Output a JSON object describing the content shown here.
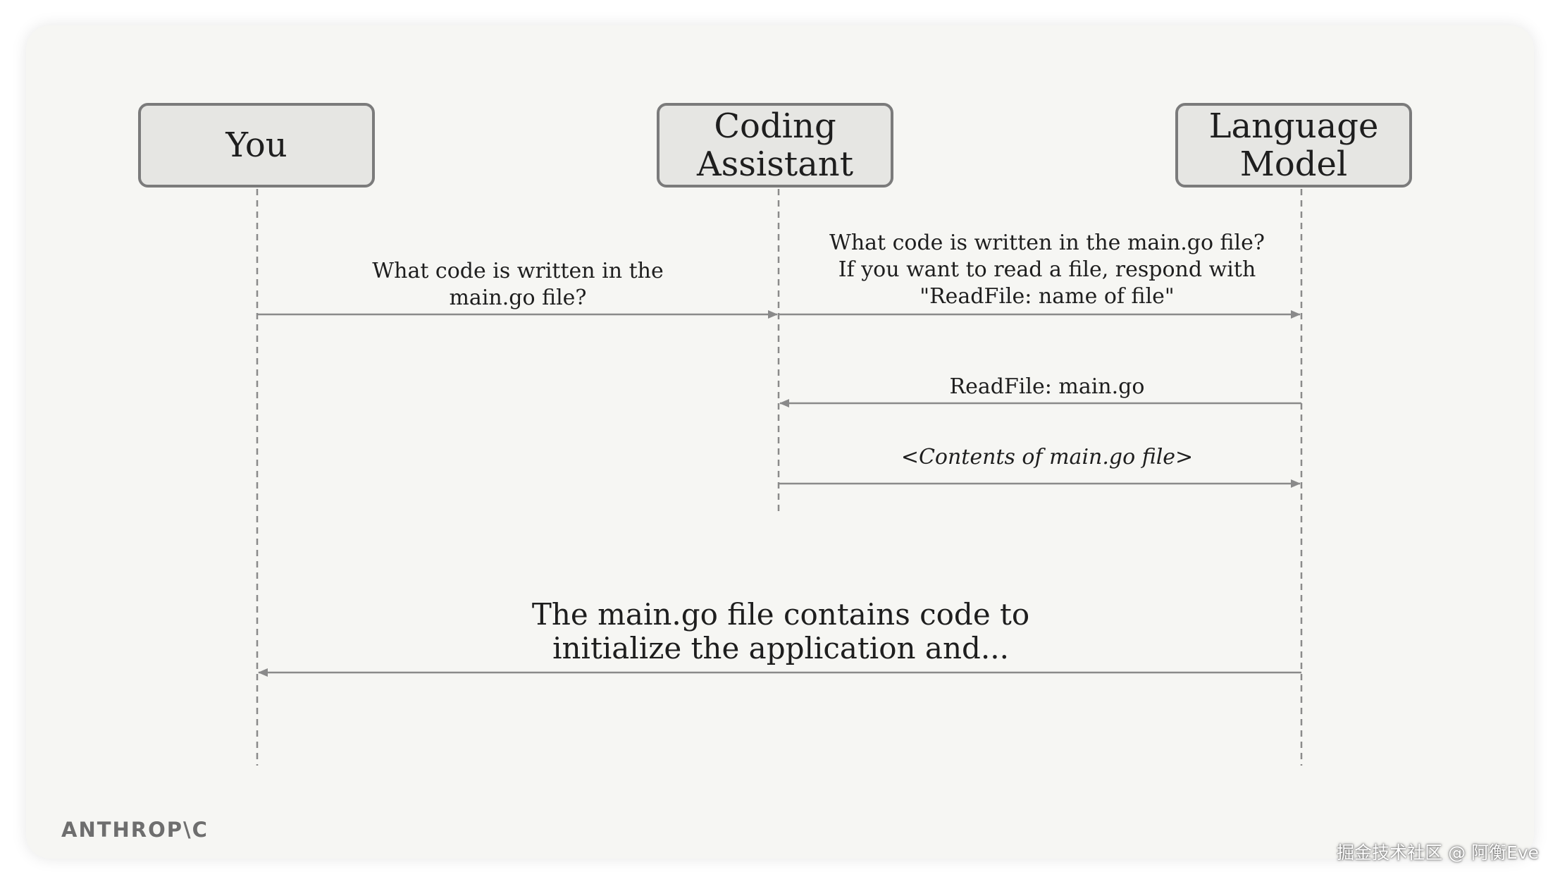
{
  "actors": {
    "you": "You",
    "assistant": "Coding\nAssistant",
    "model": "Language\nModel"
  },
  "messages": [
    {
      "from": "You",
      "to": "Coding Assistant",
      "text": "What code is written in the\nmain.go file?"
    },
    {
      "from": "Coding Assistant",
      "to": "Language Model",
      "text": "What code is written in the main.go file?\nIf you want to read a file, respond with\n\"ReadFile: name of file\""
    },
    {
      "from": "Language Model",
      "to": "Coding Assistant",
      "text": "ReadFile: main.go"
    },
    {
      "from": "Coding Assistant",
      "to": "Language Model",
      "text": "<Contents of main.go file>"
    },
    {
      "from": "Language Model",
      "to": "You",
      "text": "The main.go file contains code to\ninitialize the application and..."
    }
  ],
  "footer": {
    "logo": "ANTHROP\\C",
    "watermark": "掘金技术社区 @ 阿衡Eve"
  },
  "colors": {
    "background": "#f6f6f3",
    "box_fill": "#e6e6e3",
    "box_border": "#7b7b7b",
    "line": "#8a8a8a",
    "text": "#1e1e1e"
  }
}
